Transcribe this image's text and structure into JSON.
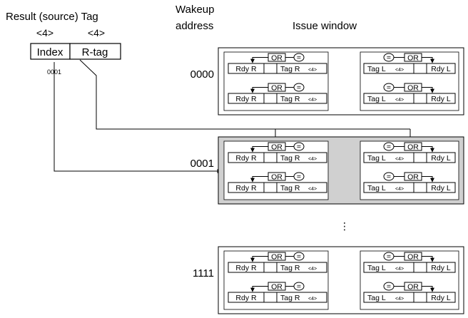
{
  "header": {
    "result_tag_title": "Result (source) Tag",
    "index_width": "<4>",
    "rtag_width": "<4>",
    "index_field": "Index",
    "rtag_field": "R-tag",
    "index_value": "0001",
    "wakeup_line1": "Wakeup",
    "wakeup_line2": "address",
    "issue_window_title": "Issue window"
  },
  "rows": [
    {
      "address": "0000",
      "highlighted": false
    },
    {
      "address": "0001",
      "highlighted": true
    },
    {
      "address": "1111",
      "highlighted": false
    }
  ],
  "ellipsis": "⋮",
  "entry": {
    "or_label": "OR",
    "eq_label": "=",
    "rdy_r": "Rdy R",
    "tag_r": "Tag R",
    "tag_l": "Tag L",
    "rdy_l": "Rdy L",
    "tag_width": "<4>"
  },
  "colors": {
    "highlight_fill": "#d0d0d0",
    "line": "#000000"
  }
}
